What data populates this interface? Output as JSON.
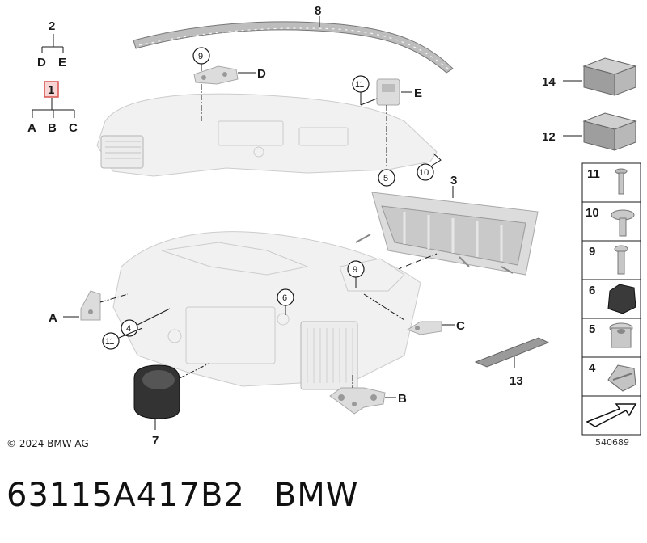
{
  "diagram": {
    "hierarchy": {
      "top": "2",
      "top_children": [
        "D",
        "E"
      ],
      "highlighted": "1",
      "highlighted_children": [
        "A",
        "B",
        "C"
      ]
    },
    "callouts": {
      "p8": "8",
      "p9_top": "9",
      "D": "D",
      "p11_top": "11",
      "E": "E",
      "p5": "5",
      "p10": "10",
      "p3": "3",
      "p9_mid": "9",
      "p6": "6",
      "A": "A",
      "p4": "4",
      "p11_left": "11",
      "C": "C",
      "B": "B",
      "p7": "7",
      "p13": "13",
      "p14": "14",
      "p12": "12"
    },
    "sidebar_parts": [
      "11",
      "10",
      "9",
      "6",
      "5",
      "4"
    ],
    "colors": {
      "highlight": "#d9534f",
      "line": "#1a1a1a",
      "part_fill": "#ececec"
    }
  },
  "footer": {
    "copyright": "© 2024 BMW AG",
    "diagram_number": "540689",
    "part_number": "63115A417B2",
    "brand": "BMW"
  }
}
